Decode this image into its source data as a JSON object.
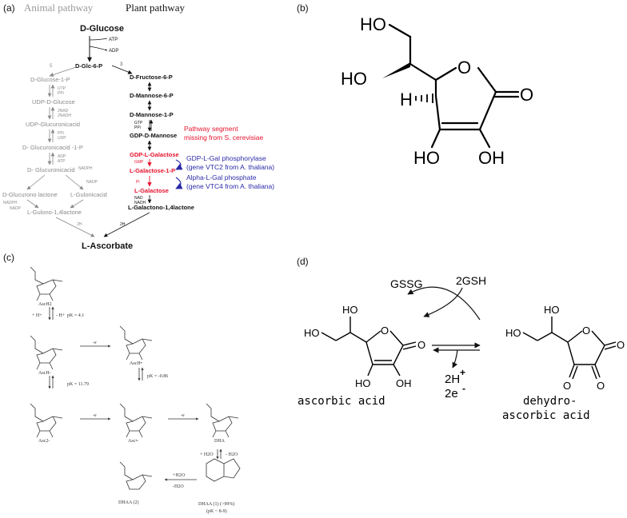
{
  "panel_a": {
    "label": "(a)",
    "header_animal": "Animal pathway",
    "header_plant": "Plant pathway",
    "start": "D-Glucose",
    "atp": "ATP",
    "adp": "ADP",
    "glc6p": "D-Glc-6-P",
    "enz_left": "5",
    "enz_right": "3",
    "animal_steps": [
      "D-Glucose-1-P",
      "UDP-D-Glucose",
      "UDP-Glucuronicacid",
      "D- Glucuronicacid -1-P",
      "D- Glucuronicacid",
      "D-Glucurono lactone",
      "L-Gulonicacid",
      "L-Gulono-1,4lactone"
    ],
    "animal_cof": [
      "UTP",
      "PPi",
      "2NAD",
      "2NADH",
      "PPi",
      "UDP",
      "ADP",
      "ATP",
      "NADPH",
      "NADP",
      "NADPH",
      "NADP",
      "2H"
    ],
    "plant_steps": [
      "D-Fructose-6-P",
      "D-Mannose-6-P",
      "D-Mannose-1-P",
      "GDP-D-Mannose",
      "GDP-L-Galactose",
      "L-Galactose-1-P",
      "L-Galactose",
      "L-Galactono-1,4lactone"
    ],
    "plant_cof": [
      "GTP",
      "PPi",
      "GMP",
      "Pi",
      "NAD",
      "NADH",
      "2H"
    ],
    "note_red": [
      "Pathway segment",
      "missing from S. cerevisiae"
    ],
    "note_blue1": [
      "GDP-L-Gal phosphorylase",
      "(gene VTC2 from A. thaliana)"
    ],
    "note_blue2": [
      "Alpha-L-Gal phosphate",
      "(gene VTC4 from A. thaliana)"
    ],
    "product": "L-Ascorbate",
    "colors": {
      "animal": "#8a8a8a",
      "red": "#e8122d",
      "blue": "#2b2aa8"
    }
  },
  "panel_b": {
    "label": "(b)",
    "atoms": {
      "ho_top": "HO",
      "ho_left": "HO",
      "h": "H",
      "o_ring": "O",
      "o_carbonyl": "O",
      "oh_bl": "HO",
      "oh_br": "OH"
    }
  },
  "panel_c": {
    "label": "(c)",
    "species": [
      "AscH2",
      "AscH-",
      "AscH•",
      "Asc2-",
      "Asc•-",
      "DHA",
      "DHAA (2)",
      "DHAA (1) (>99%)",
      "(pK ~ 8-9)"
    ],
    "steps": [
      "+ H+",
      "- H+",
      "pK = 4.1",
      "pK = 11.79",
      "pK = -0.86",
      "-e",
      "-e",
      "-e",
      "+ H2O",
      "- H2O",
      "+H2O",
      "-H2O"
    ]
  },
  "panel_d": {
    "label": "(d)",
    "gssg": "GSSG",
    "gsh": "2GSH",
    "h_plus": "2H",
    "plus": "+",
    "e_minus": "2e",
    "minus": "-",
    "name_left": "ascorbic acid",
    "name_right_1": "dehydro-",
    "name_right_2": "ascorbic acid",
    "atoms": {
      "ho": "HO",
      "oh": "OH",
      "o": "O"
    }
  }
}
